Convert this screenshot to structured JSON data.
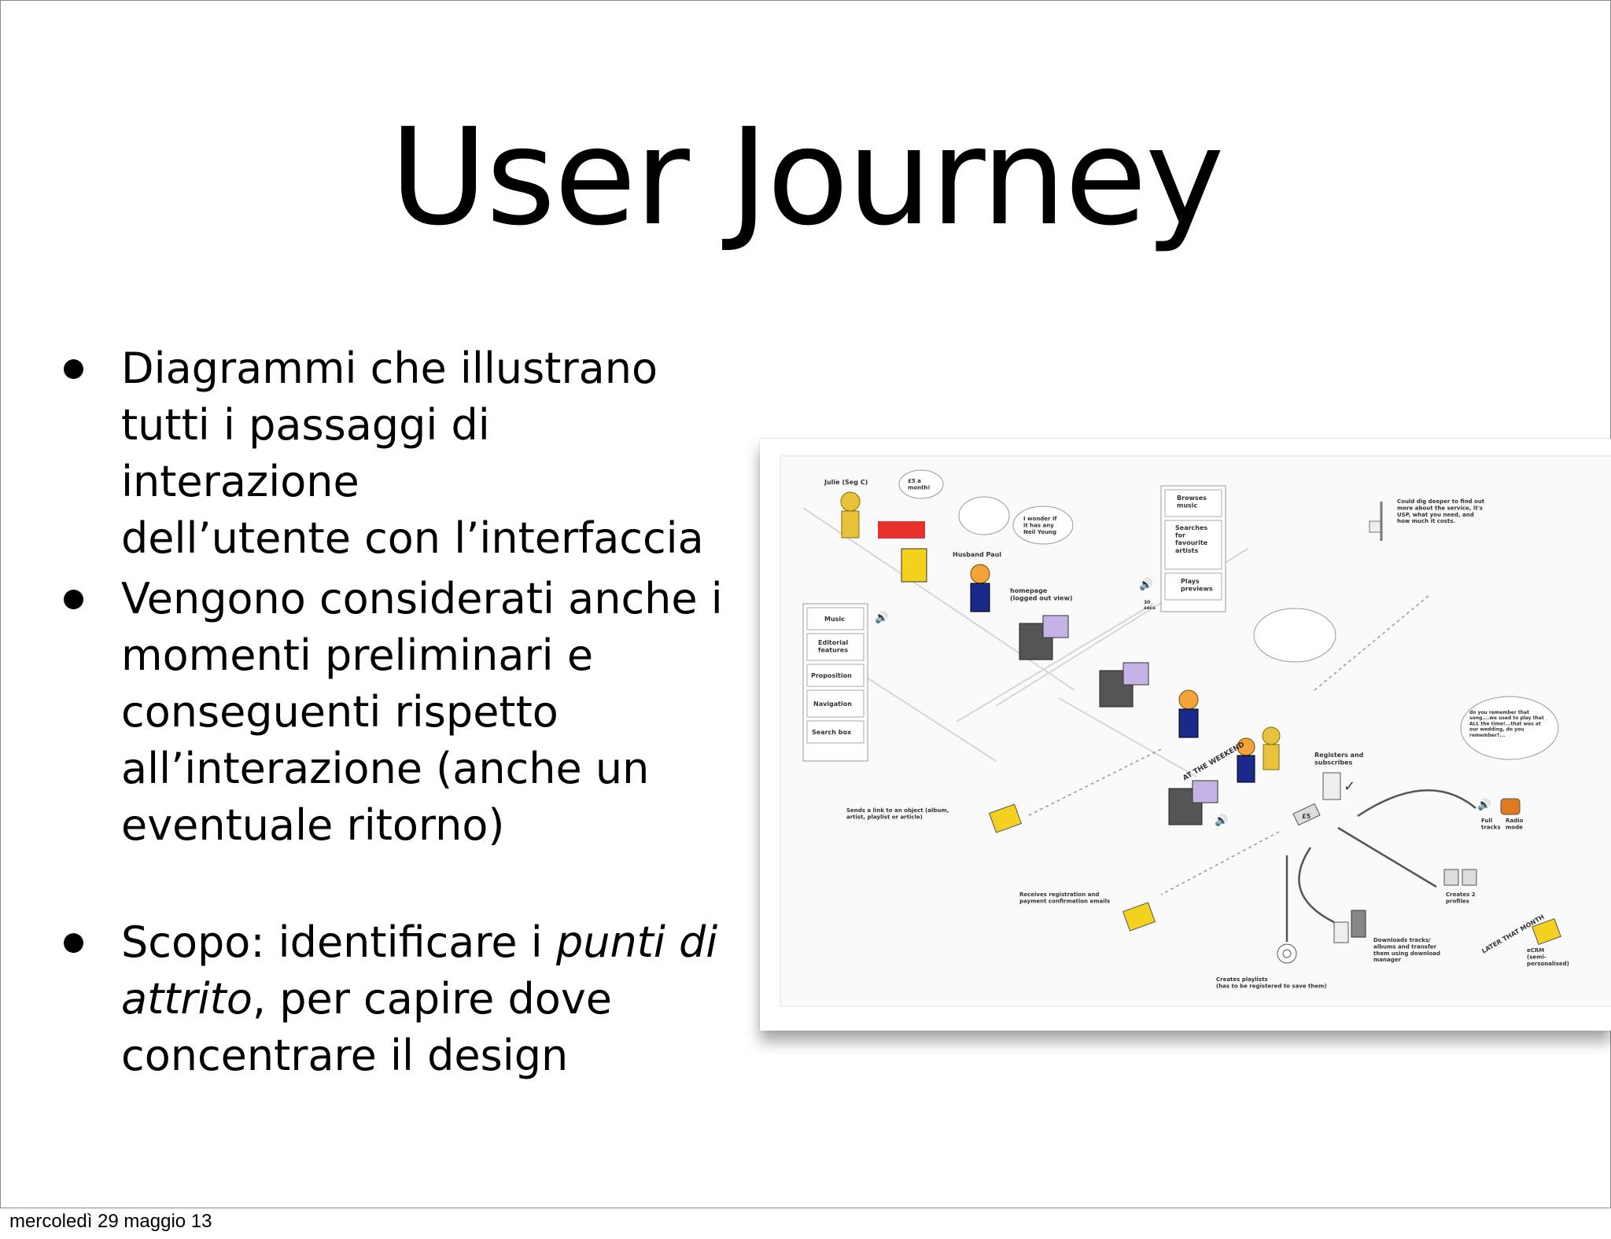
{
  "slide": {
    "title": "User Journey",
    "bullets": [
      {
        "text": "Diagrammi che illustrano\ntutti i passaggi di interazione\ndell’utente con l’interfaccia"
      },
      {
        "text": "Vengono considerati anche i\nmomenti preliminari e\nconseguenti rispetto\nall’interazione (anche un\neventuale ritorno)"
      },
      {
        "prefix": "Scopo: identificare i ",
        "emphasis": "punti di\nattrito",
        "suffix": ", per capire dove\nconcentrare il design"
      }
    ],
    "footer_date": "mercoledì 29 maggio 13"
  },
  "diagram": {
    "persona_julie": "Julie (Seg C)",
    "price_bubble": "£5 a\nmonth!",
    "wonder_bubble": "I wonder if\nit has any\nNeil Young",
    "persona_paul": "Husband Paul",
    "homepage": "homepage\n(logged out view)",
    "browse_steps": [
      "Browses\nmusic",
      "Searches\nfor\nfavourite\nartists",
      "Plays\npreviews"
    ],
    "sound_30": "30\nsecs",
    "left_menu": [
      "Music",
      "Editorial\nfeatures",
      "Proposition",
      "Navigation",
      "Search box"
    ],
    "dig_deeper": "Could dig deeper to find out\nmore about the service, it's\nUSP, what you need, and\nhow much it costs.",
    "weekend_label": "AT THE WEEKEND",
    "sends_link": "Sends a link to an object (album,\nartist, playlist or article)",
    "registers": "Registers and\nsubscribes",
    "remember_bubble": "do you remember that\nsong....we used to play that\nALL the time!...that was at\nour wedding, do you\nremember?...",
    "full_tracks": "Full\ntracks",
    "radio_mode": "Radio\nmode",
    "price_tag": "£5",
    "receives_email": "Receives registration and\npayment confirmation emails",
    "creates_profiles": "Creates 2\nprofiles",
    "later_label": "LATER THAT MONTH",
    "downloads": "Downloads tracks/\nalbums and transfer\nthem using download\nmanager",
    "ecrm": "eCRM\n(semi-\npersonalised)",
    "creates_playlists": "Creates  playlists\n(has to be registered to save them)"
  }
}
